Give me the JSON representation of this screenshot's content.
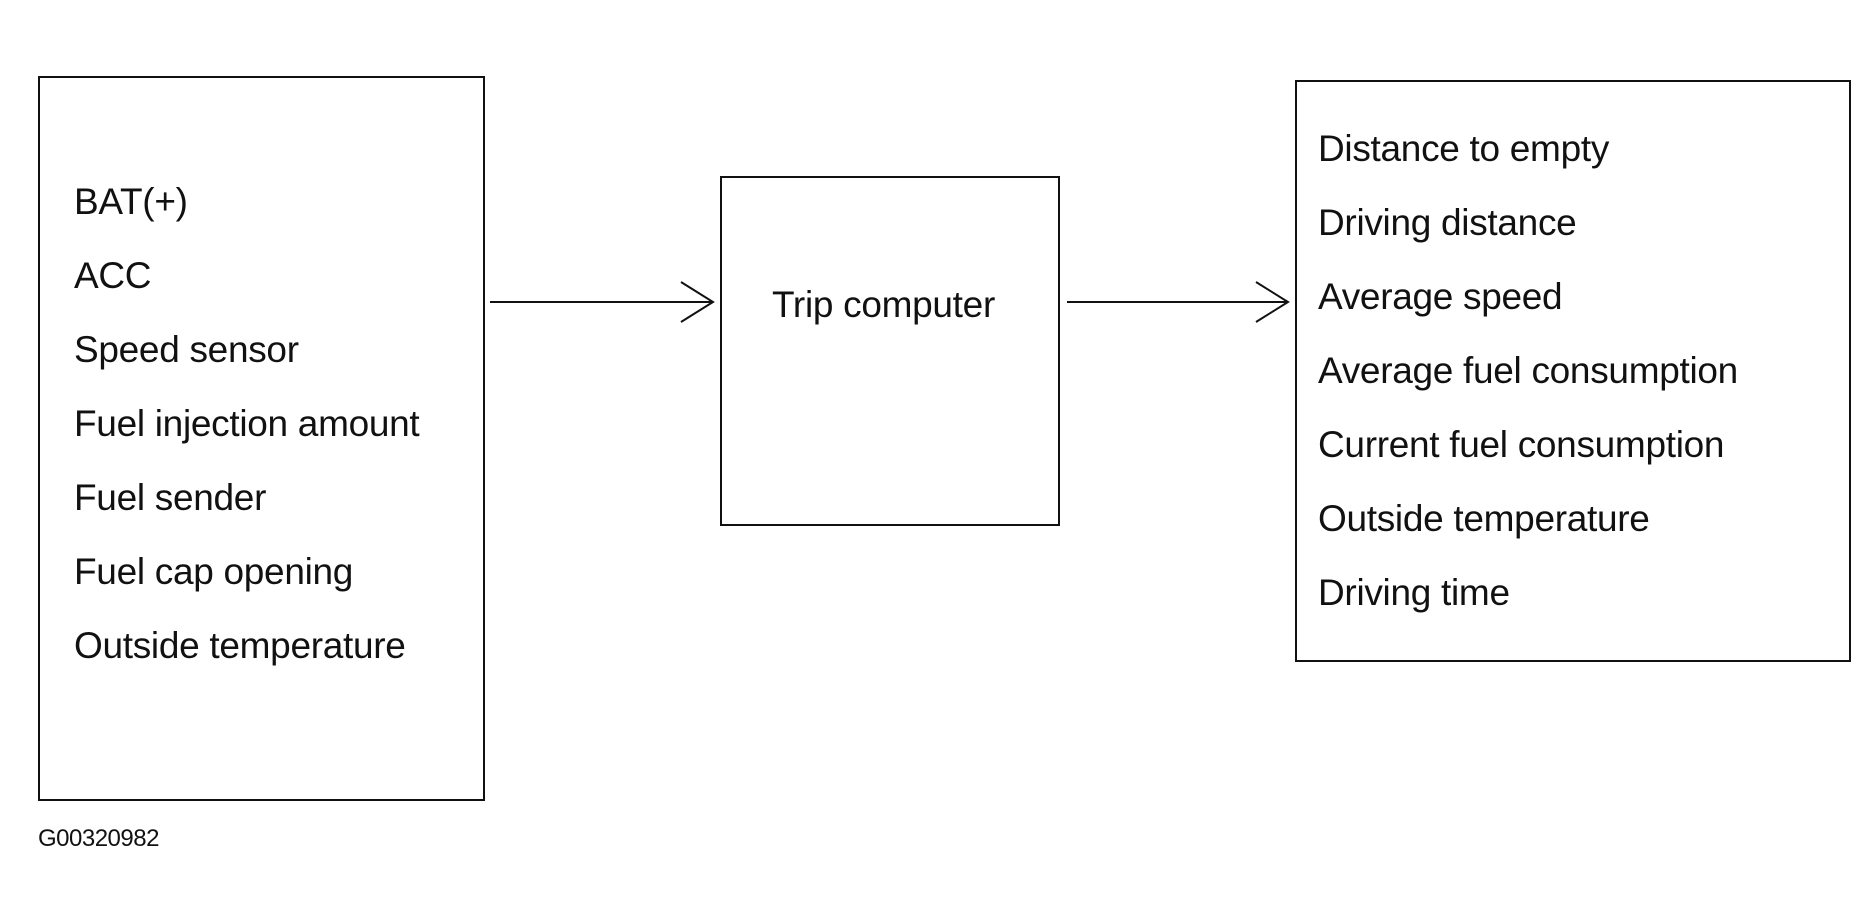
{
  "diagram": {
    "inputs": {
      "items": [
        "BAT(+)",
        "ACC",
        "Speed sensor",
        "Fuel injection amount",
        "Fuel sender",
        "Fuel cap opening",
        "Outside temperature"
      ]
    },
    "center": {
      "label": "Trip computer"
    },
    "outputs": {
      "items": [
        "Distance to empty",
        "Driving distance",
        "Average speed",
        "Average fuel consumption",
        "Current fuel consumption",
        "Outside temperature",
        "Driving time"
      ]
    },
    "figure_code": "G00320982"
  }
}
